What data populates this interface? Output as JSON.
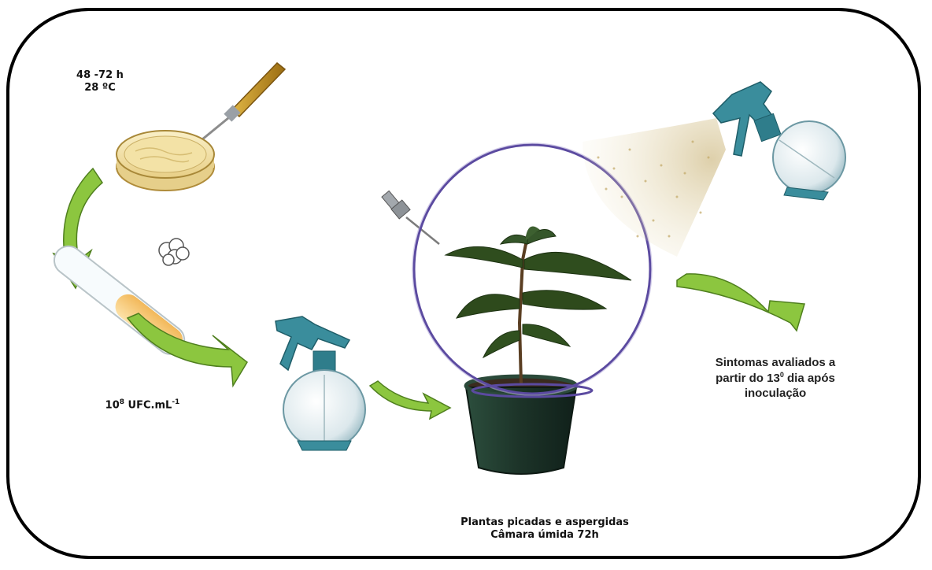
{
  "incubation": {
    "line1": "48 -72 h",
    "line2": "28 ºC"
  },
  "concentration": {
    "base": "10",
    "exponent": "8",
    "unit": " UFC.mL",
    "unit_exponent": "-1"
  },
  "plants": {
    "line1": "Plantas picadas e aspergidas",
    "line2": "Câmara úmida 72h"
  },
  "symptoms": {
    "line1": "Sintomas avaliados a",
    "line2_prefix": "partir do 13",
    "line2_sup": "0",
    "line2_suffix": " dia após",
    "line3": "inoculação"
  },
  "colors": {
    "arrow_green": "#8cc63f",
    "arrow_outline": "#4f7f1e",
    "petri_medium": "#f1dc9c",
    "tube_culture": "#f7c873",
    "bottle_teal": "#3a8d9c",
    "pot_green": "#1f3a2c",
    "leaf_green": "#2f4d1e",
    "chamber_purple": "#5b4aa0",
    "spray_tan": "#d9c79a"
  }
}
